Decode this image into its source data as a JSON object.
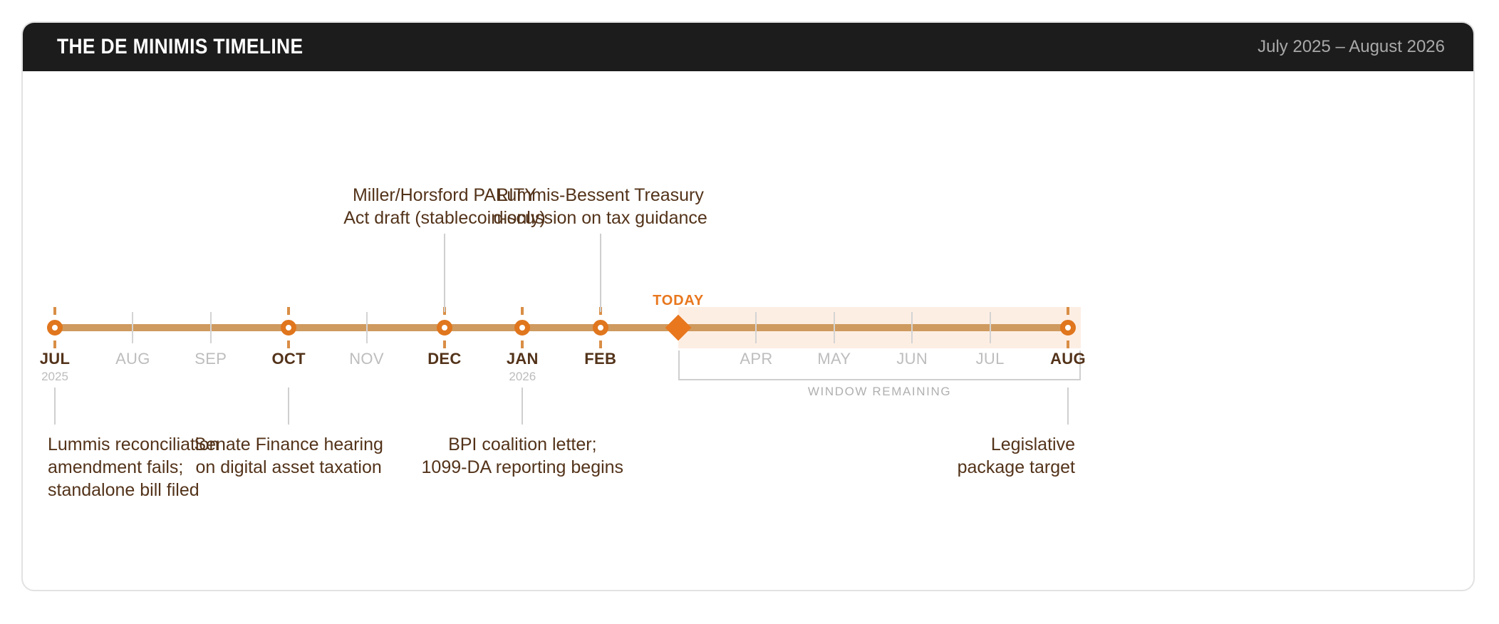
{
  "header": {
    "title": "THE DE MINIMIS TIMELINE",
    "range": "July 2025 – August 2026"
  },
  "colors": {
    "header_bg": "#1c1c1c",
    "accent": "#e8771e",
    "axis": "#cf9a5f",
    "milestone_text": "#53331a",
    "muted": "#bdbdbd",
    "band": "#fdeee3"
  },
  "axis": {
    "months": [
      {
        "abbr": "JUL",
        "year": "2025",
        "milestone": true
      },
      {
        "abbr": "AUG",
        "year": "",
        "milestone": false
      },
      {
        "abbr": "SEP",
        "year": "",
        "milestone": false
      },
      {
        "abbr": "OCT",
        "year": "",
        "milestone": true
      },
      {
        "abbr": "NOV",
        "year": "",
        "milestone": false
      },
      {
        "abbr": "DEC",
        "year": "",
        "milestone": true
      },
      {
        "abbr": "JAN",
        "year": "2026",
        "milestone": true
      },
      {
        "abbr": "FEB",
        "year": "",
        "milestone": true
      },
      {
        "abbr": "",
        "year": "",
        "milestone": false
      },
      {
        "abbr": "APR",
        "year": "",
        "milestone": false
      },
      {
        "abbr": "MAY",
        "year": "",
        "milestone": false
      },
      {
        "abbr": "JUN",
        "year": "",
        "milestone": false
      },
      {
        "abbr": "JUL",
        "year": "",
        "milestone": false
      },
      {
        "abbr": "AUG",
        "year": "",
        "milestone": true
      }
    ]
  },
  "today": {
    "label": "TODAY",
    "month_index": 8
  },
  "window": {
    "label": "WINDOW REMAINING",
    "start_index": 8,
    "end_index": 13
  },
  "callouts_top": [
    {
      "month_index": 5,
      "text": "Miller/Horsford PARITY\nAct draft (stablecoin-only)"
    },
    {
      "month_index": 7,
      "text": "Lummis-Bessent Treasury\ndiscussion on tax guidance"
    }
  ],
  "callouts_bottom": [
    {
      "month_index": 0,
      "align": "left",
      "text": "Lummis reconciliation\namendment fails;\nstandalone bill filed"
    },
    {
      "month_index": 3,
      "align": "center",
      "text": "Senate Finance hearing\non digital asset taxation"
    },
    {
      "month_index": 6,
      "align": "center",
      "text": "BPI coalition letter;\n1099-DA reporting begins"
    },
    {
      "month_index": 13,
      "align": "right",
      "text": "Legislative\npackage target"
    }
  ]
}
